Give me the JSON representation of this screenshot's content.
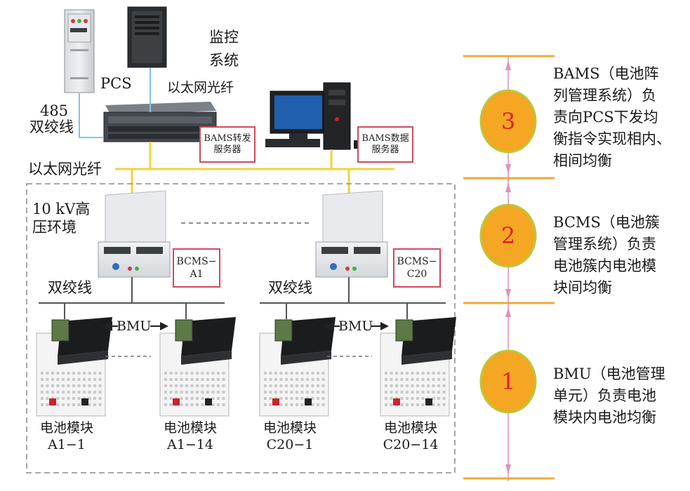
{
  "top": {
    "pcs_label": "PCS",
    "monitor_label": [
      "监控",
      "系统"
    ],
    "monitor_link_label": "以太网光纤",
    "twisted_485_label": [
      "485",
      "双绞线"
    ],
    "ethernet_bus_label": "以太网光纤",
    "bams_forward_server": [
      "BAMS转发",
      "服务器"
    ],
    "bams_data_server": [
      "BAMS数据",
      "服务器"
    ]
  },
  "hv_zone": {
    "label": [
      "10 kV高",
      "压环境"
    ],
    "bcms_a1_label": [
      "BCMS−",
      "A1"
    ],
    "bcms_c20_label": [
      "BCMS−",
      "C20"
    ],
    "twisted_left_label": "双绞线",
    "twisted_right_label": "双绞线",
    "bmu_left_label": "BMU",
    "bmu_right_label": "BMU",
    "modules": [
      {
        "line1": "电池模块",
        "line2": "A1−1"
      },
      {
        "line1": "电池模块",
        "line2": "A1−14"
      },
      {
        "line1": "电池模块",
        "line2": "C20−1"
      },
      {
        "line1": "电池模块",
        "line2": "C20−14"
      }
    ]
  },
  "levels": [
    {
      "number": "3",
      "desc": [
        "BAMS（电池阵",
        "列管理系统）负",
        "责向PCS下发均",
        "衡指令实现相内、",
        "相间均衡"
      ]
    },
    {
      "number": "2",
      "desc": [
        "BCMS（电池簇",
        "管理系统）负责",
        "电池簇内电池模",
        "块间均衡"
      ]
    },
    {
      "number": "1",
      "desc": [
        "BMU（电池管理",
        "单元）负责电池",
        "模块内电池均衡"
      ]
    }
  ],
  "colors": {
    "ethernet": "#f2d23a",
    "rs485": "#7cc6e8",
    "label_border": "#d04a5c",
    "level_line": "#f2a93b",
    "circle_fill": "#f5a623",
    "circle_border": "#b8c93a",
    "number_color": "#e0202a",
    "arrow": "#e8a0c8"
  }
}
